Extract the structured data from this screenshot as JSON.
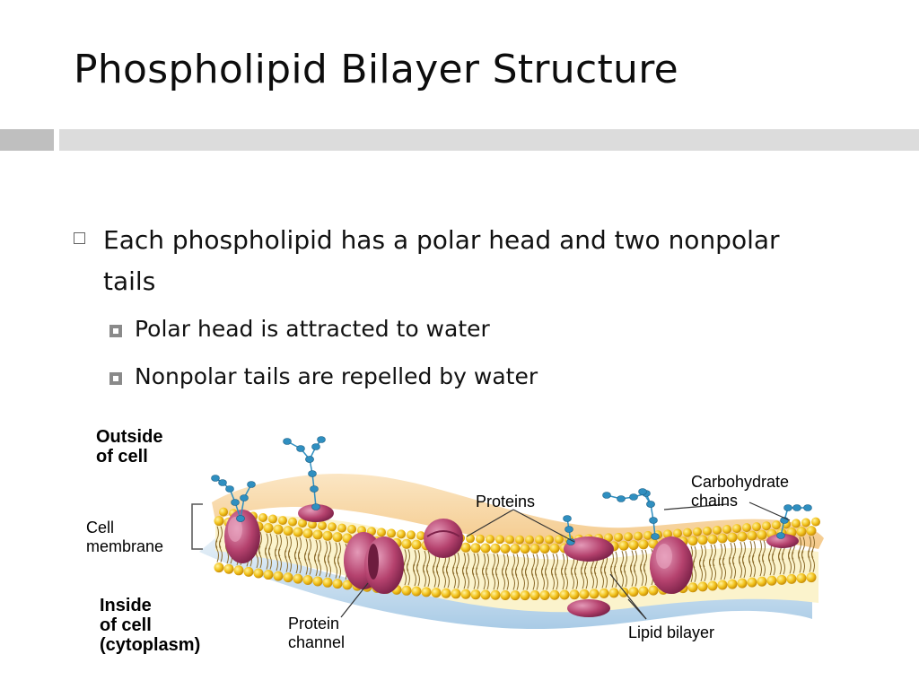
{
  "slide": {
    "title": "Phospholipid Bilayer Structure",
    "bullets": [
      {
        "text": "Each phospholipid has a polar head and two nonpolar tails",
        "sub": [
          "Polar head is attracted to water",
          "Nonpolar tails are repelled by water"
        ]
      }
    ]
  },
  "diagram": {
    "labels": {
      "outside_line1": "Outside",
      "outside_line2": "of cell",
      "cell_membrane_line1": "Cell",
      "cell_membrane_line2": "membrane",
      "inside_line1": "Inside",
      "inside_line2": "of cell",
      "inside_line3": "(cytoplasm)",
      "proteins": "Proteins",
      "carbohydrate_line1": "Carbohydrate",
      "carbohydrate_line2": "chains",
      "protein_channel_line1": "Protein",
      "protein_channel_line2": "channel",
      "lipid_bilayer": "Lipid bilayer"
    },
    "colors": {
      "head": "#f2c21b",
      "tail": "#8a6a2a",
      "protein": "#b5426e",
      "carbohydrate": "#2f8fc0",
      "membrane_top": "#f7d9a8",
      "membrane_bottom": "#cfe3f2",
      "membrane_core": "#fbf3cc"
    }
  }
}
